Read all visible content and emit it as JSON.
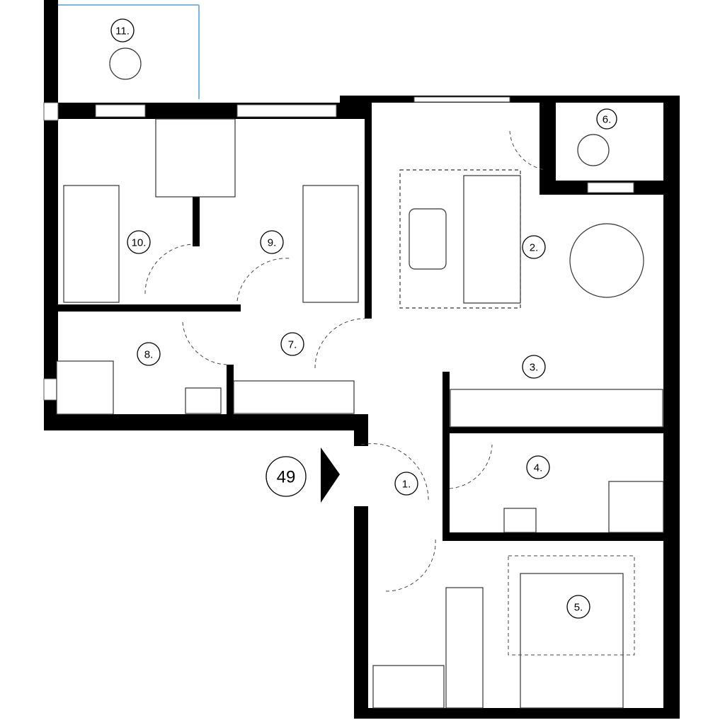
{
  "unit": {
    "number": "49"
  },
  "rooms": [
    {
      "label": "1."
    },
    {
      "label": "2."
    },
    {
      "label": "3."
    },
    {
      "label": "4."
    },
    {
      "label": "5."
    },
    {
      "label": "6."
    },
    {
      "label": "7."
    },
    {
      "label": "8."
    },
    {
      "label": "9."
    },
    {
      "label": "10."
    },
    {
      "label": "11."
    }
  ]
}
